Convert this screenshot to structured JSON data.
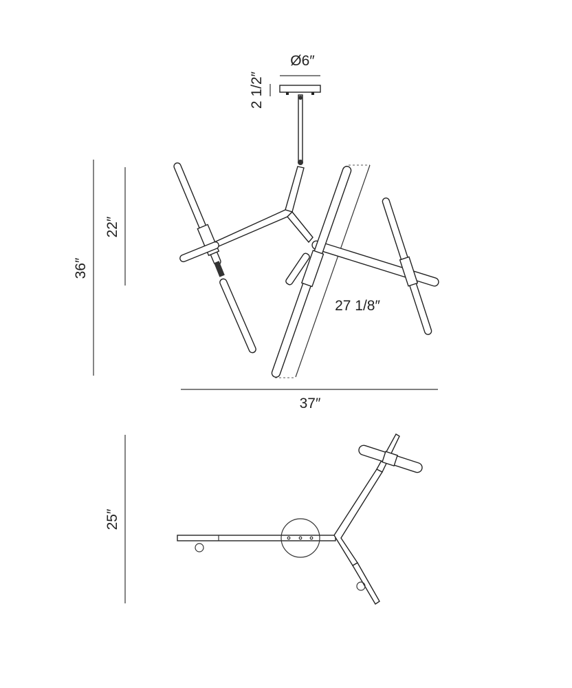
{
  "dimensions": {
    "canopy_diameter": "Ø6″",
    "canopy_height": "2 1/2″",
    "overall_height": "36″",
    "fixture_height": "22″",
    "tube_length": "27 1/8″",
    "overall_width": "37″",
    "top_view_depth": "25″"
  },
  "colors": {
    "line": "#222222",
    "background": "#ffffff"
  }
}
